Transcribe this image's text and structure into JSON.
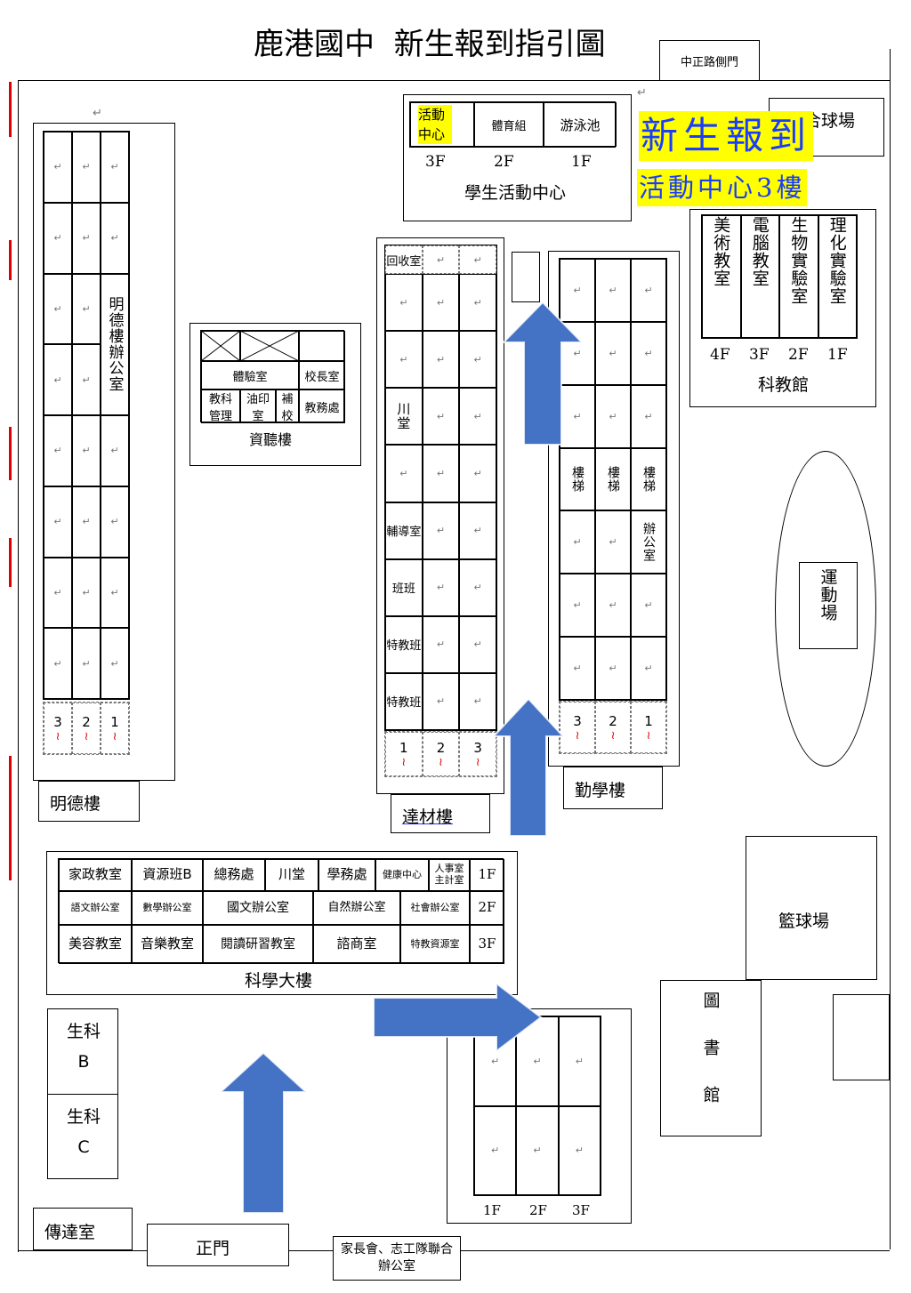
{
  "title": "鹿港國中  新生報到指引圖",
  "notice": {
    "line1": "新生報到",
    "line2": "活動中心3樓"
  },
  "zhongzheng_gate": "中正路側門",
  "sports_court": "綜合球場",
  "activity_center": {
    "name": "學生活動中心",
    "rooms": [
      "活動中心",
      "體育組",
      "游泳池"
    ],
    "floors": [
      "3F",
      "2F",
      "1F"
    ]
  },
  "science_building": {
    "name": "科教館",
    "rooms": [
      "美術教室",
      "電腦教室",
      "生物實驗室",
      "理化實驗室"
    ],
    "floors": [
      "4F",
      "3F",
      "2F",
      "1F"
    ]
  },
  "mingde": {
    "name": "明德樓",
    "office": "明德樓辦公室",
    "floors": [
      "3",
      "2",
      "1"
    ]
  },
  "lunjiao": {
    "name": "資聽樓",
    "rooms": [
      "體驗室",
      "校長室",
      "教科管理",
      "油印室",
      "補校",
      "教務處"
    ]
  },
  "dacai": {
    "name": "達材樓",
    "rooms": [
      "回收室",
      "川堂",
      "輔導室",
      "班班",
      "特教班",
      "特教班"
    ],
    "floors": [
      "1",
      "2",
      "3"
    ]
  },
  "qinxue": {
    "name": "勤學樓",
    "rooms": [
      "樓梯",
      "樓梯",
      "樓梯",
      "辦公室"
    ],
    "floors": [
      "3",
      "2",
      "1"
    ]
  },
  "playground": "運動場",
  "science_tower": {
    "name": "科學大樓",
    "row1": [
      "家政教室",
      "資源班B",
      "總務處",
      "川堂",
      "學務處",
      "健康中心",
      "人事室主計室"
    ],
    "row2": [
      "語文辦公室",
      "數學辦公室",
      "國文辦公室",
      "自然辦公室",
      "社會辦公室"
    ],
    "row3": [
      "美容教室",
      "音樂教室",
      "閱讀研習教室",
      "諮商室",
      "特教資源室"
    ],
    "floors": [
      "1F",
      "2F",
      "3F"
    ]
  },
  "basketball": "籃球場",
  "library": "圖書館",
  "bio_rooms": [
    "生科B",
    "生科C"
  ],
  "guard_room": "傳達室",
  "main_gate": "正門",
  "parents_office": "家長會、志工隊聯合辦公室",
  "bottom_building_floors": [
    "1F",
    "2F",
    "3F"
  ],
  "colors": {
    "highlight": "#ffff00",
    "notice_text": "#1a3cff",
    "arrow": "#4472c4",
    "red_mark": "#e00000"
  }
}
